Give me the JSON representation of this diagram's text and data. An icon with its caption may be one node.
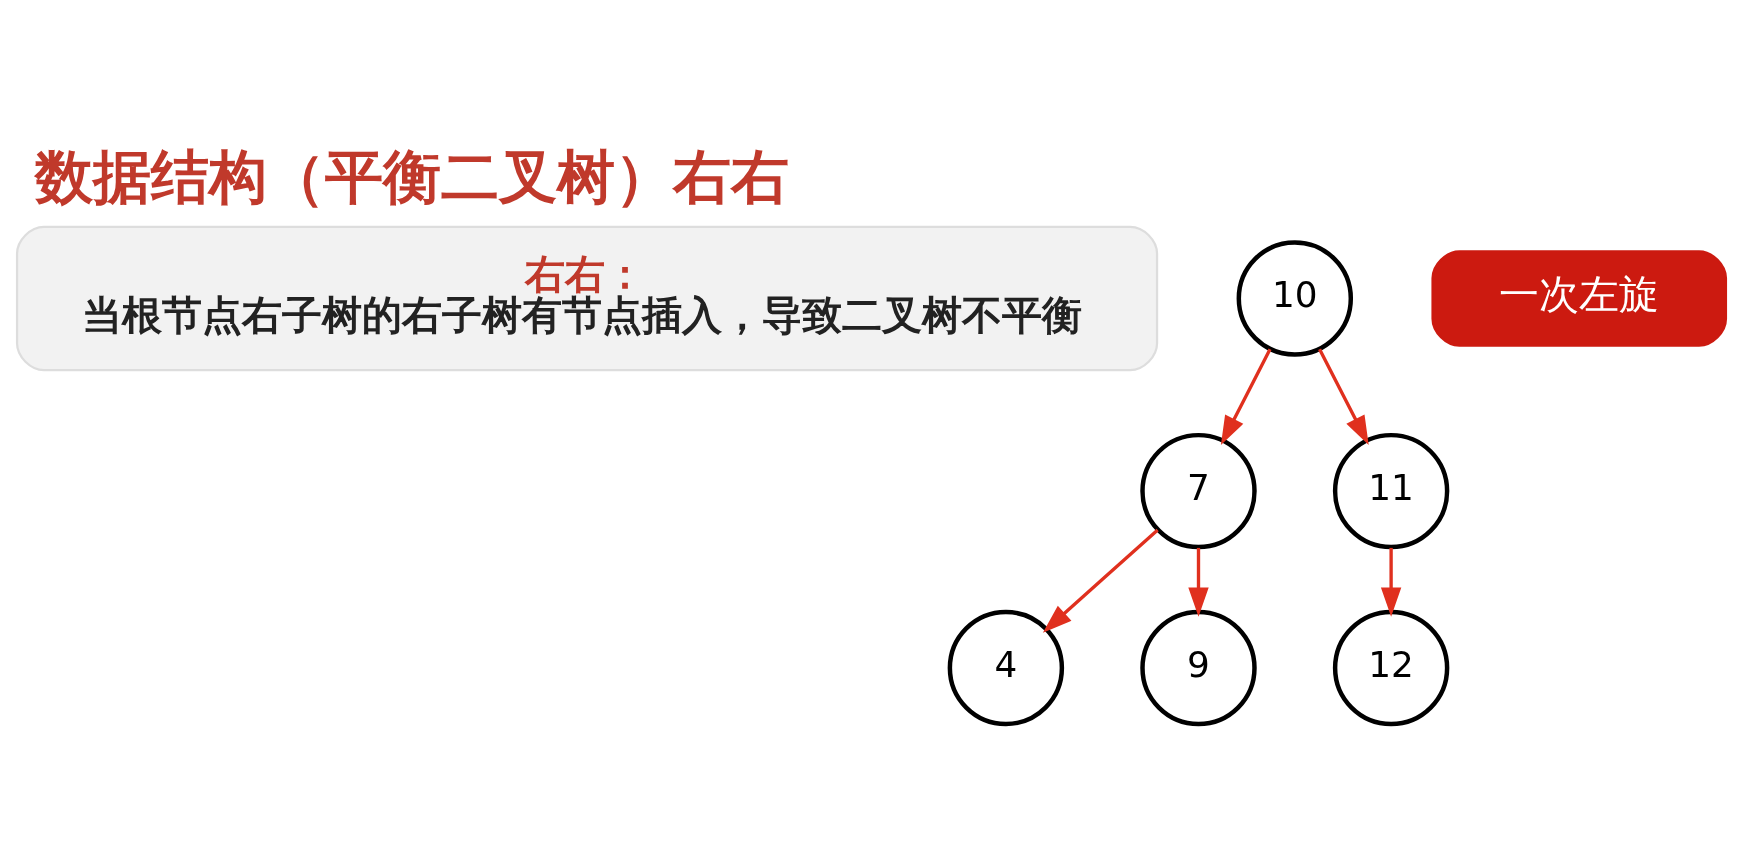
{
  "diagram": {
    "title": "数据结构（平衡二叉树）右右",
    "nodes": [
      {
        "text": [
          "右右：",
          "当根节点右子树的右子树有节点插入，导致二叉树不平衡"
        ]
      },
      {
        "text": [
          "10"
        ]
      },
      {
        "text": [
          "7"
        ]
      },
      {
        "text": [
          "11"
        ]
      },
      {
        "text": [
          "4"
        ]
      },
      {
        "text": [
          "9"
        ]
      },
      {
        "text": [
          "12"
        ]
      },
      {
        "text": [
          "一次左旋"
        ]
      }
    ],
    "edges": [
      {
        "from": 1,
        "to": 2,
        "arrow": "to"
      },
      {
        "from": 1,
        "to": 3,
        "arrow": "to"
      },
      {
        "from": 2,
        "to": 4,
        "arrow": "to"
      },
      {
        "from": 2,
        "to": 5,
        "arrow": "to"
      },
      {
        "from": 3,
        "to": 6,
        "arrow": "to"
      }
    ]
  }
}
